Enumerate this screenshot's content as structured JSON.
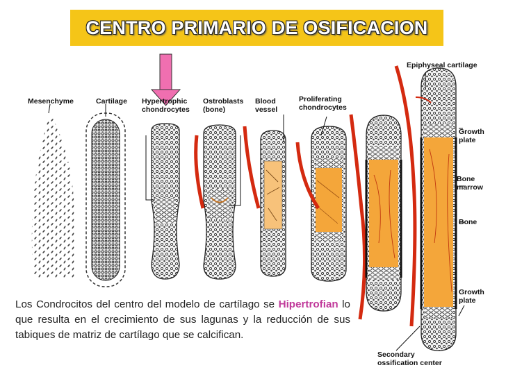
{
  "title": "CENTRO PRIMARIO DE OSIFICACION",
  "labels": {
    "mesenchyme": "Mesenchyme",
    "cartilage": "Cartilage",
    "hypertrophic": "Hypertrophic\nchondrocytes",
    "osteoblasts": "Ostroblasts\n(bone)",
    "blood_vessel": "Blood\nvessel",
    "proliferating": "Proliferating\nchondrocytes",
    "epiphyseal": "Epiphyseal cartilage",
    "growth_plate_top": "Growth\nplate",
    "bone_marrow": "Bone\nmarrow",
    "bone": "Bone",
    "growth_plate_bottom": "Growth\nplate",
    "secondary": "Secondary\nossification center"
  },
  "description": {
    "part1": "Los Condrocitos del centro del modelo de cartílago se ",
    "highlight": "Hipertrofian",
    "part2": " lo que resulta en el crecimiento de sus lagunas y la reducción de sus tabiques de matriz de cartílago que se calcifican."
  },
  "colors": {
    "banner": "#f5c518",
    "highlight": "#c0399a",
    "arrow": "#f06fb0",
    "vessel": "#d42a10",
    "marrow": "#f4a63a"
  }
}
